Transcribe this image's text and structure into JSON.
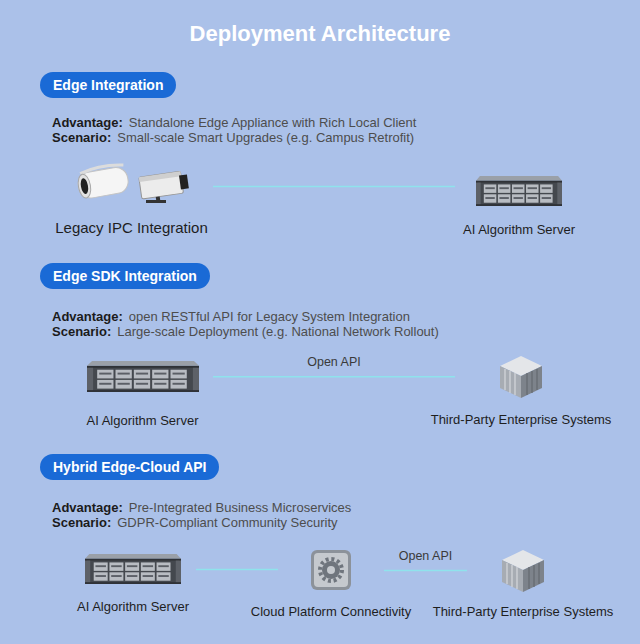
{
  "diagram": {
    "title": "Deployment Architecture",
    "nodes": [
      {
        "text": [
          "Edge Integration"
        ]
      },
      {
        "text": [
          "Legacy IPC Integration"
        ]
      },
      {
        "text": [
          "AI Algorithm Server"
        ]
      },
      {
        "text": [
          "Edge SDK Integration"
        ]
      },
      {
        "text": [
          "AI Algorithm Server"
        ]
      },
      {
        "text": [
          "Third-Party Enterprise Systems"
        ]
      },
      {
        "text": [
          "Hybrid Edge-Cloud API"
        ]
      },
      {
        "text": [
          "AI Algorithm Server"
        ]
      },
      {
        "text": [
          "Cloud Platform Connectivity"
        ]
      },
      {
        "text": [
          "Third-Party Enterprise Systems"
        ]
      }
    ],
    "edges": [
      {
        "from": 1,
        "to": 2,
        "arrow": "none"
      },
      {
        "from": 4,
        "to": 5,
        "label": "Open API",
        "arrow": "none"
      },
      {
        "from": 7,
        "to": 8,
        "arrow": "none"
      },
      {
        "from": 8,
        "to": 9,
        "label": "Open API",
        "arrow": "none"
      }
    ],
    "labels": [
      "Advantage:",
      "Standalone Edge Appliance with Rich Local Client",
      "Scenario:",
      "Small-scale Smart Upgrades (e.g. Campus Retrofit)",
      "Advantage:",
      "open RESTful API for Legacy System Integration",
      "Scenario:",
      "Large-scale Deployment (e.g. National Network Rollout)",
      "Advantage:",
      "Pre-Integrated Business Microservices",
      "Scenario:",
      "GDPR-Compliant Community Security"
    ]
  }
}
